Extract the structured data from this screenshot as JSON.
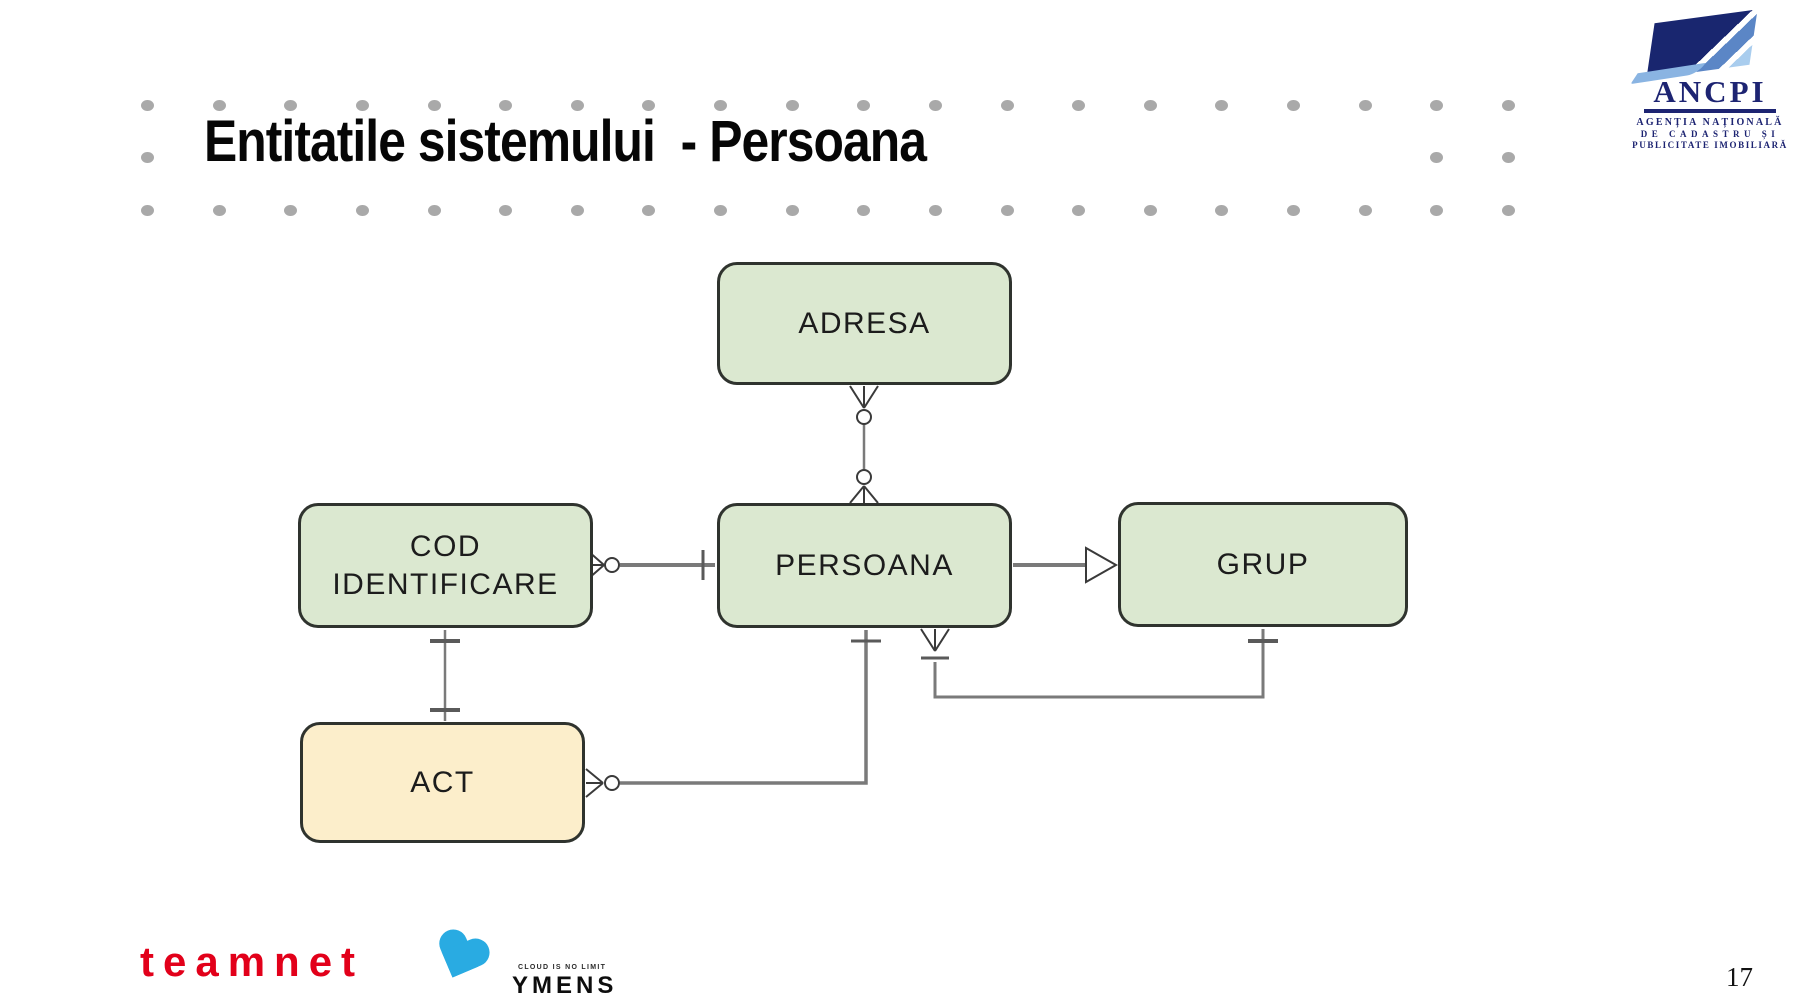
{
  "title": "Entitatile sistemului  - Persoana",
  "page_number": "17",
  "ancpi_logo": {
    "name": "ANCPI",
    "tagline_line1": "AGENȚIA NAȚIONALĂ",
    "tagline_line2": "DE CADASTRU ȘI",
    "tagline_line3": "PUBLICITATE IMOBILIARĂ",
    "navy": "#1d2472",
    "light_blue": "#8ab4e2"
  },
  "diagram": {
    "entities": [
      {
        "id": "adresa",
        "label": "ADRESA",
        "fill": "#dbe8d0"
      },
      {
        "id": "cod-identificare",
        "label": "COD IDENTIFICARE",
        "fill": "#dbe8d0"
      },
      {
        "id": "persoana",
        "label": "PERSOANA",
        "fill": "#dbe8d0"
      },
      {
        "id": "grup",
        "label": "GRUP",
        "fill": "#dbe8d0"
      },
      {
        "id": "act",
        "label": "ACT",
        "fill": "#fceecb"
      }
    ],
    "relationships": [
      {
        "from": "ADRESA",
        "to": "PERSOANA",
        "from_end": "zero-or-many (circle + crow's foot)",
        "to_end": "zero-or-many (circle + crow's foot)"
      },
      {
        "from": "COD IDENTIFICARE",
        "to": "PERSOANA",
        "from_end": "zero-or-many (crow's foot + circle)",
        "to_end": "one (tick)"
      },
      {
        "from": "PERSOANA",
        "to": "GRUP",
        "from_end": "plain line",
        "to_end": "open triangle arrow pointing at GRUP"
      },
      {
        "from": "COD IDENTIFICARE",
        "to": "ACT",
        "from_end": "one (tick)",
        "to_end": "one (tick)"
      },
      {
        "from": "ACT",
        "to": "PERSOANA",
        "from_end": "zero-or-many (crow's foot + circle)",
        "to_end": "one (tick)"
      },
      {
        "from": "PERSOANA",
        "to": "GRUP",
        "route": "bottom",
        "from_end": "many (crow's foot + tick)",
        "to_end": "one (tick)"
      }
    ],
    "line_color": "#7a7a7a",
    "symbol_color": "#3a3a3a",
    "border_color": "#2f332e"
  },
  "footer": {
    "teamnet": "Teamnet",
    "teamnet_color": "#e2001a",
    "ymens": "YMENS",
    "ymens_tagline": "CLOUD IS NO LIMIT",
    "ymens_blue": "#29abe2"
  },
  "decor": {
    "dot_color": "#a9a9a9"
  }
}
